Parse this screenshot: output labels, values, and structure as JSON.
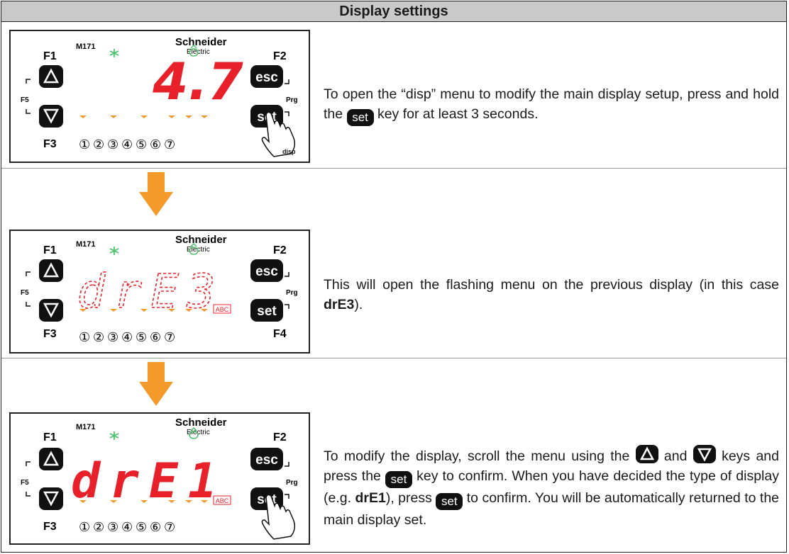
{
  "header": {
    "title": "Display settings"
  },
  "device": {
    "model": "M171",
    "brand_top": "Schneider",
    "brand_bottom": "Electric",
    "key_f1": "F1",
    "key_f2": "F2",
    "key_f3": "F3",
    "key_f4": "F4",
    "key_f5": "F5",
    "prg": "Prg",
    "esc": "esc",
    "set": "set",
    "disp": "disp",
    "abc": "ABC",
    "circles": [
      "①",
      "②",
      "③",
      "④",
      "⑤",
      "⑥",
      "⑦"
    ]
  },
  "displays": [
    "4.7",
    "drE3",
    "drE1"
  ],
  "steps": [
    {
      "p1": "To open the “disp” menu to modify the main display setup, press and hold the ",
      "key": "set",
      "p2": " key for at least 3 seconds."
    },
    {
      "p1": "This will open the flashing menu on the previous display (in this case ",
      "bold": "drE3",
      "p2": ")."
    },
    {
      "p1": "To modify the display, scroll the menu using the ",
      "p2": " and ",
      "p3": " keys and press the ",
      "key": "set",
      "p4": " key to confirm. When you have decided the type of display (e.g. ",
      "bold": "drE1",
      "p5": "), press ",
      "p6": " to confirm. You will be automatically returned to the main display set."
    }
  ],
  "colors": {
    "red": "#e8202a",
    "orange": "#f39a2b",
    "green": "#4cc36a",
    "header_bg": "#c9c9c9",
    "key": "#111111"
  }
}
